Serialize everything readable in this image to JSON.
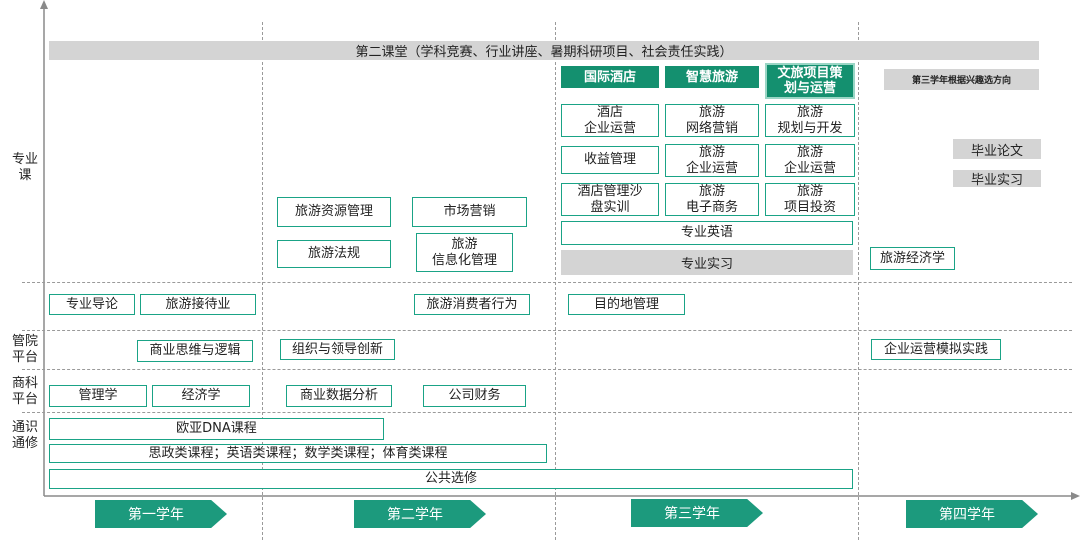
{
  "axis": {
    "row_labels": [
      "专业\n课",
      "管院\n平台",
      "商科\n平台",
      "通识\n通修"
    ]
  },
  "years": [
    "第一学年",
    "第二学年",
    "第三学年",
    "第四学年"
  ],
  "banner": "第二课堂（学科竞赛、行业讲座、暑期科研项目、社会责任实践）",
  "tracks": [
    {
      "label": "国际酒店"
    },
    {
      "label": "智慧旅游"
    },
    {
      "label": "文旅项目策\n划与运营"
    }
  ],
  "year4_note": "第三学年根据兴趣选方向",
  "professional": {
    "y2": [
      "旅游资源管理",
      "市场营销",
      "旅游法规",
      "旅游\n信息化管理"
    ],
    "y3_hotel": [
      "酒店\n企业运营",
      "收益管理",
      "酒店管理沙\n盘实训"
    ],
    "y3_smart": [
      "旅游\n网络营销",
      "旅游\n企业运营",
      "旅游\n电子商务"
    ],
    "y3_culture": [
      "旅游\n规划与开发",
      "旅游\n企业运营",
      "旅游\n项目投资"
    ],
    "y3_common": [
      "专业英语",
      "专业实习"
    ],
    "y4": [
      "毕业论文",
      "毕业实习",
      "旅游经济学"
    ]
  },
  "intro_row": [
    "专业导论",
    "旅游接待业",
    "旅游消费者行为",
    "目的地管理"
  ],
  "mgmt_platform": [
    "商业思维与逻辑",
    "组织与领导创新",
    "企业运营模拟实践"
  ],
  "biz_platform": [
    "管理学",
    "经济学",
    "商业数据分析",
    "公司财务"
  ],
  "general": [
    "欧亚DNA课程",
    "思政类课程；英语类课程；数学类课程；体育类课程",
    "公共选修"
  ],
  "colors": {
    "accent": "#14906f",
    "border": "#1aa386",
    "grey": "#d4d4d4",
    "axis": "#9a9a9a"
  }
}
